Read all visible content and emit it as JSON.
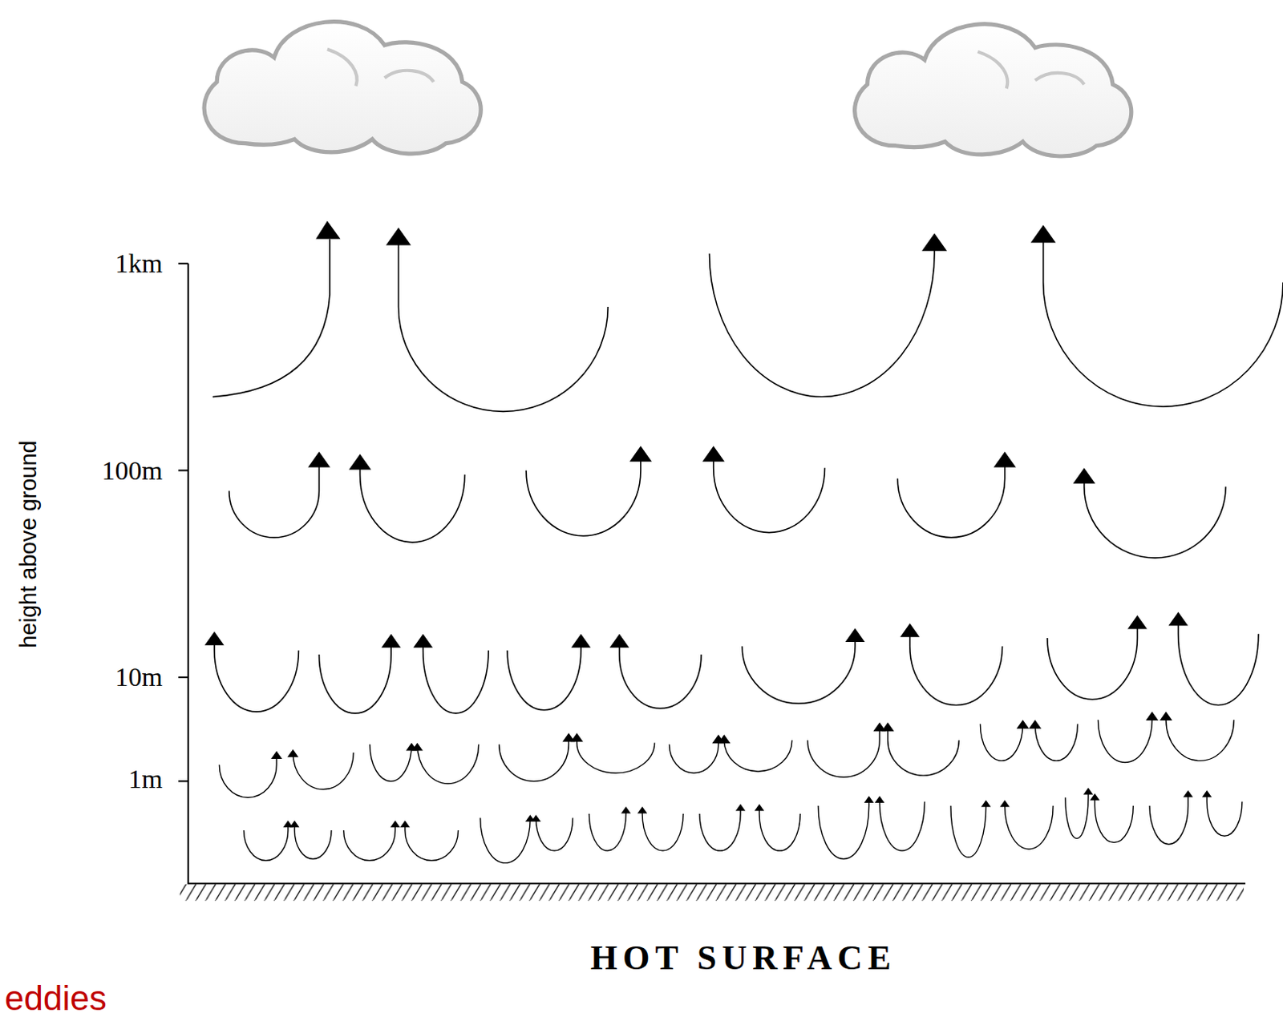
{
  "diagram": {
    "labels": [
      "1km",
      "100m",
      "10m",
      "1m",
      "height above ground",
      "HOT SURFACE",
      "eddies"
    ]
  }
}
